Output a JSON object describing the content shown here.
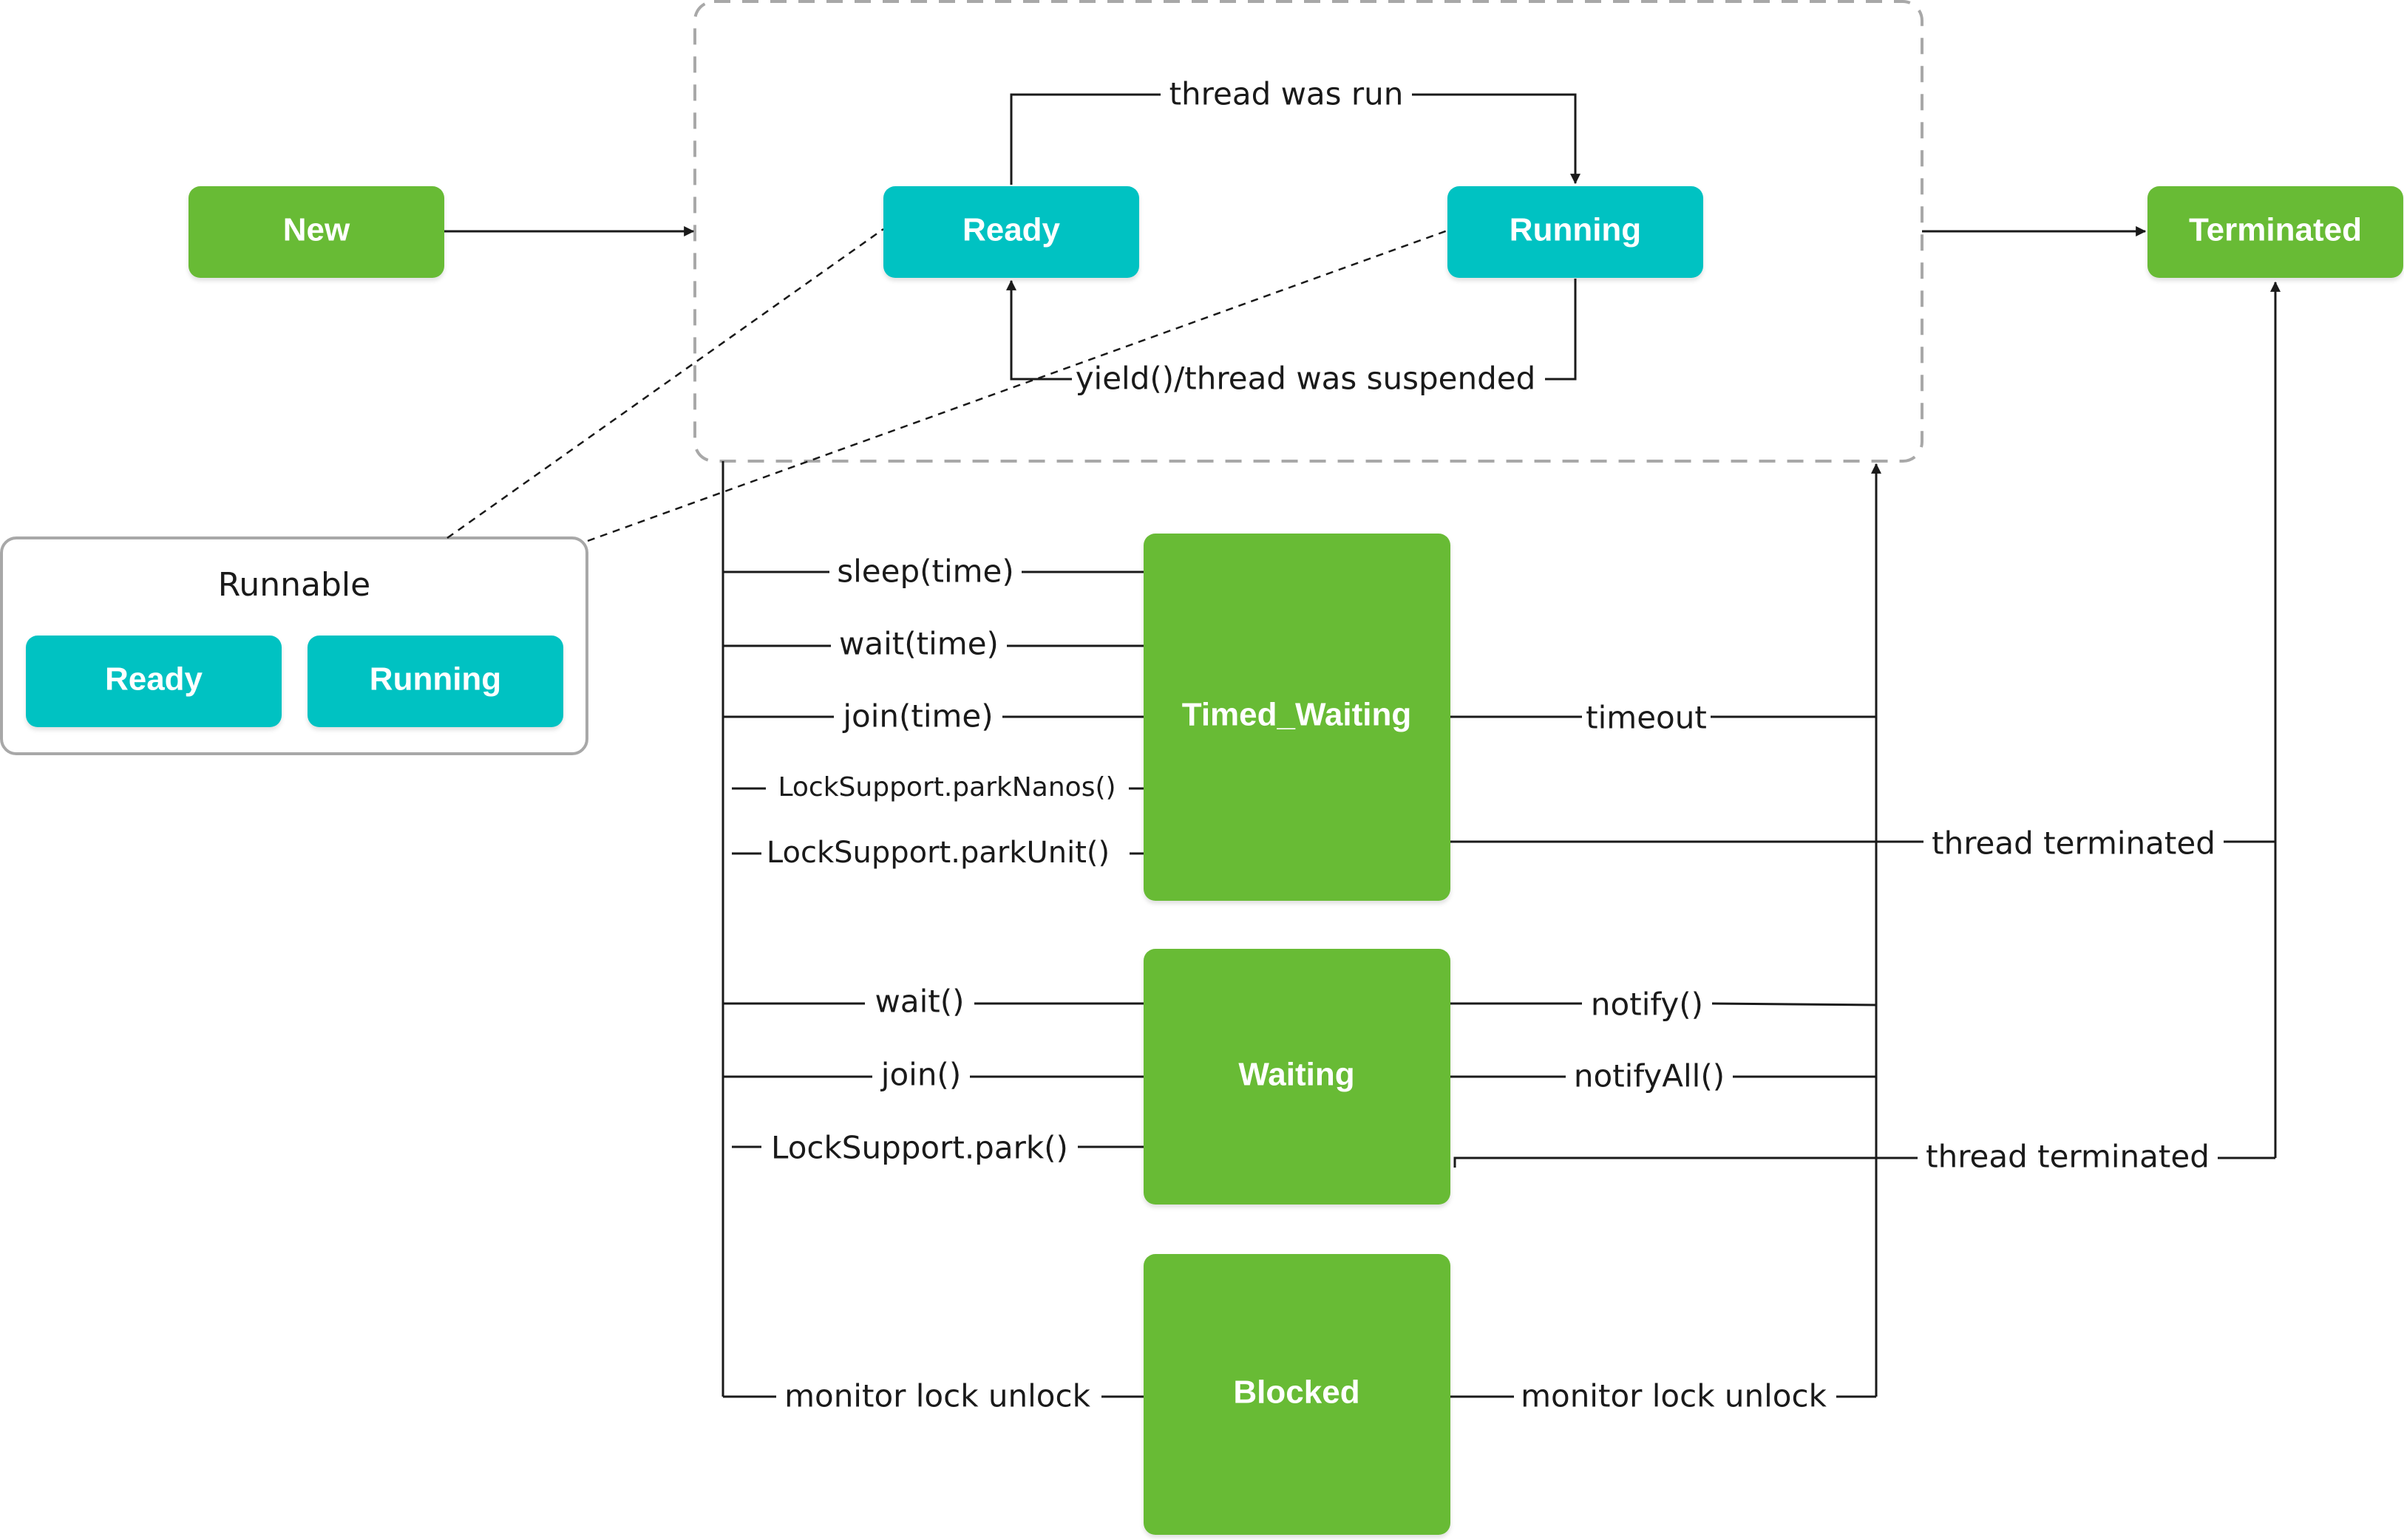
{
  "colors": {
    "green": "#67BB35",
    "teal": "#00C2C2",
    "line": "#1a1a1a",
    "group_border": "#a8a8a8"
  },
  "states": {
    "new": "New",
    "ready": "Ready",
    "running": "Running",
    "terminated": "Terminated",
    "timed_waiting": "Timed_Waiting",
    "waiting": "Waiting",
    "blocked": "Blocked"
  },
  "legend": {
    "title": "Runnable",
    "ready": "Ready",
    "running": "Running"
  },
  "transitions": {
    "thread_was_run": "thread was run",
    "yield_suspended": "yield()/thread was suspended",
    "sleep_time": "sleep(time)",
    "wait_time": "wait(time)",
    "join_time": "join(time)",
    "park_nanos": "LockSupport.parkNanos()",
    "park_unit": "LockSupport.parkUnit()",
    "timeout": "timeout",
    "thread_terminated_1": "thread terminated",
    "wait": "wait()",
    "join": "join()",
    "park": "LockSupport.park()",
    "notify": "notify()",
    "notify_all": "notifyAll()",
    "thread_terminated_2": "thread terminated",
    "monitor_lock_left": "monitor lock unlock",
    "monitor_lock_right": "monitor lock unlock"
  }
}
